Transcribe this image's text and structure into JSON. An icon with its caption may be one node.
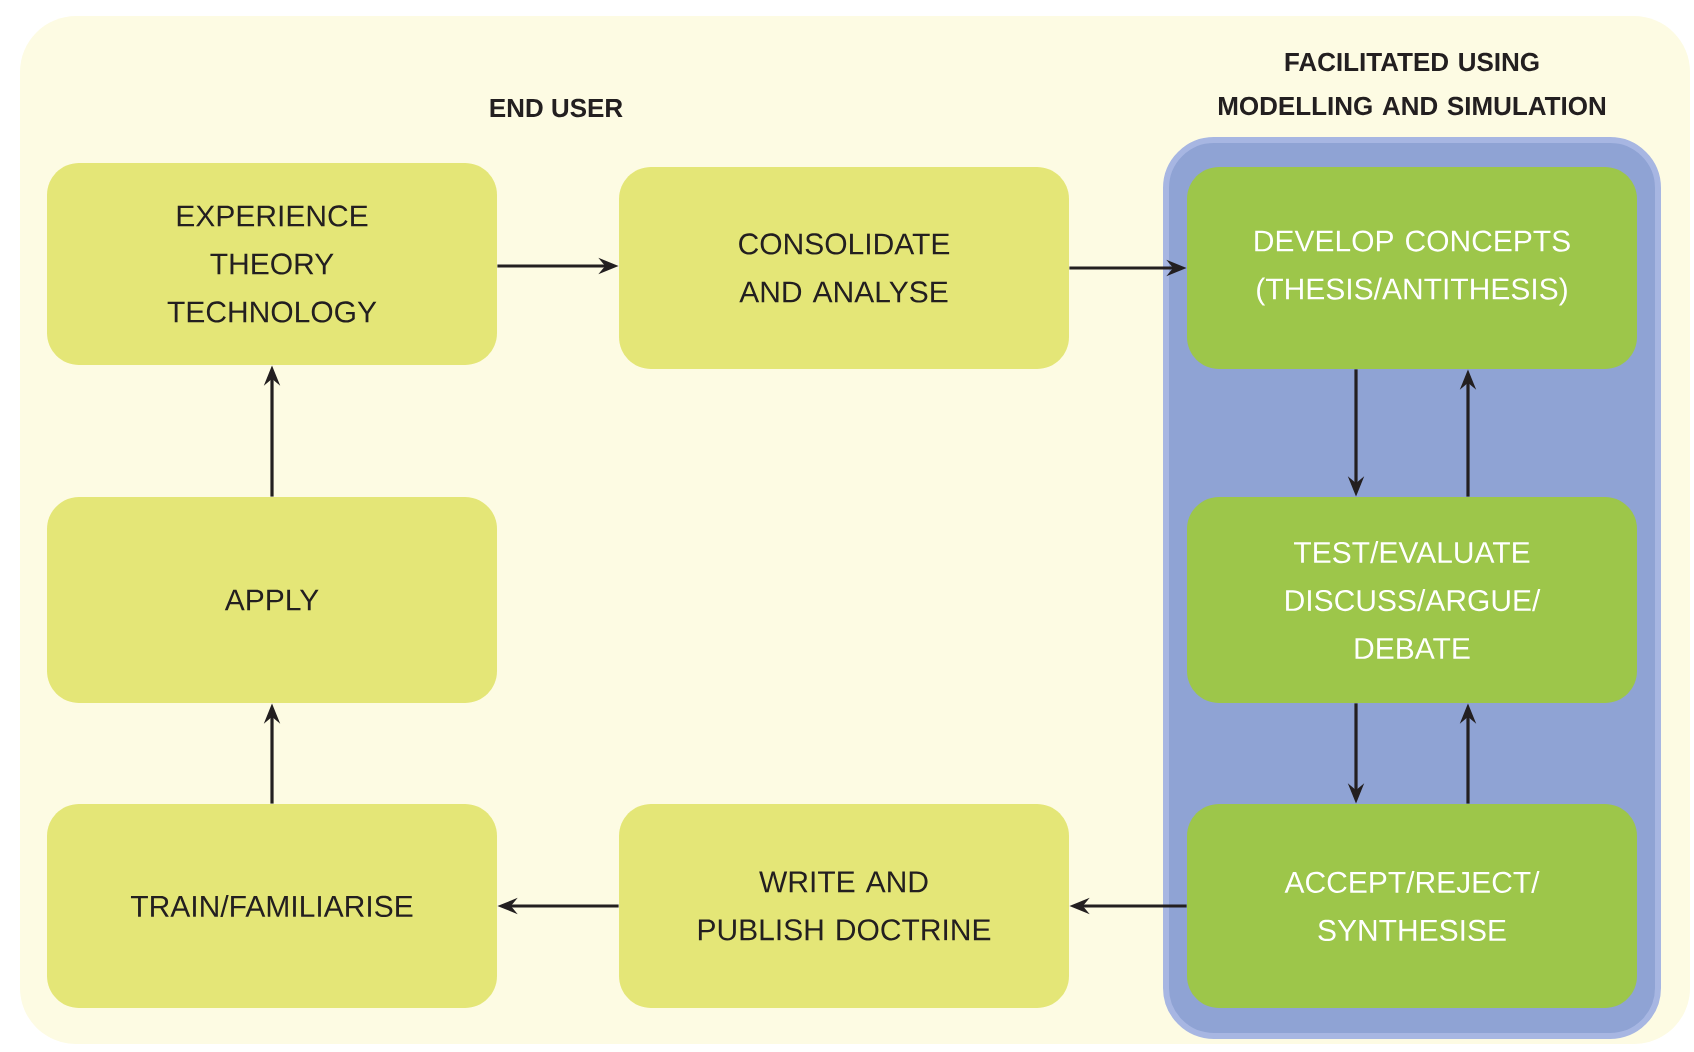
{
  "diagram": {
    "nodes": [
      {
        "text": [
          "EXPERIENCE THEORY TECHNOLOGY"
        ]
      },
      {
        "text": [
          "CONSOLIDATE AND ANALYSE"
        ]
      },
      {
        "text": [
          "FACILITATED USING MODELLING AND SIMULATION"
        ]
      },
      {
        "text": [
          "DEVELOP CONCEPTS (THESIS/ANTITHESIS)"
        ],
        "in": 2
      },
      {
        "text": [
          "APPLY"
        ]
      },
      {
        "text": [
          "TEST/EVALUATE DISCUSS/ARGUE/ DEBATE"
        ],
        "in": 2
      },
      {
        "text": [
          "TRAIN/FAMILIARISE"
        ]
      },
      {
        "text": [
          "WRITE AND PUBLISH DOCTRINE"
        ]
      },
      {
        "text": [
          "ACCEPT/REJECT/ SYNTHESISE"
        ],
        "in": 2
      }
    ],
    "edges": [
      {
        "from": 0,
        "to": 1,
        "arrow": "to"
      },
      {
        "from": 1,
        "to": 3,
        "arrow": "to"
      },
      {
        "from": 3,
        "to": 5,
        "arrow": "to"
      },
      {
        "from": 5,
        "to": 3,
        "arrow": "to"
      },
      {
        "from": 5,
        "to": 8,
        "arrow": "to"
      },
      {
        "from": 8,
        "to": 5,
        "arrow": "to"
      },
      {
        "from": 8,
        "to": 7,
        "arrow": "to"
      },
      {
        "from": 7,
        "to": 6,
        "arrow": "to"
      },
      {
        "from": 6,
        "to": 4,
        "arrow": "to"
      },
      {
        "from": 4,
        "to": 0,
        "arrow": "to"
      }
    ],
    "labels": [
      "END USER"
    ]
  }
}
